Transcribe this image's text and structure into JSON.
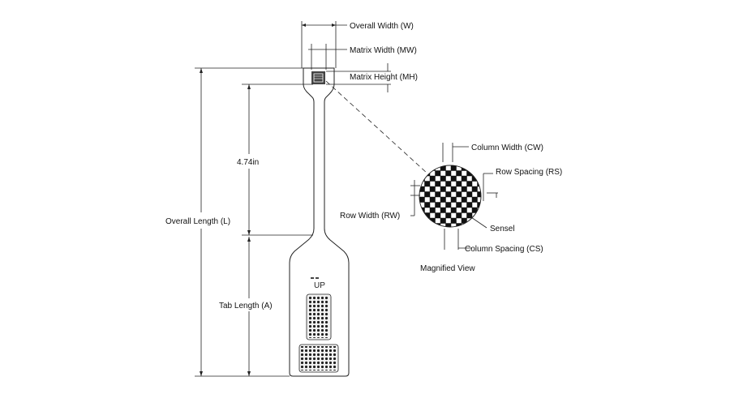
{
  "labels": {
    "overall_width": "Overall Width (W)",
    "matrix_width": "Matrix Width (MW)",
    "matrix_height": "Matrix Height (MH)",
    "length_value": "4.74in",
    "overall_length": "Overall Length (L)",
    "tab_length": "Tab Length (A)",
    "column_width": "Column Width (CW)",
    "row_spacing": "Row Spacing (RS)",
    "row_width": "Row Width (RW)",
    "sensel": "Sensel",
    "column_spacing": "Column Spacing (CS)",
    "magnified_view": "Magnified View",
    "up_mark": "UP"
  }
}
